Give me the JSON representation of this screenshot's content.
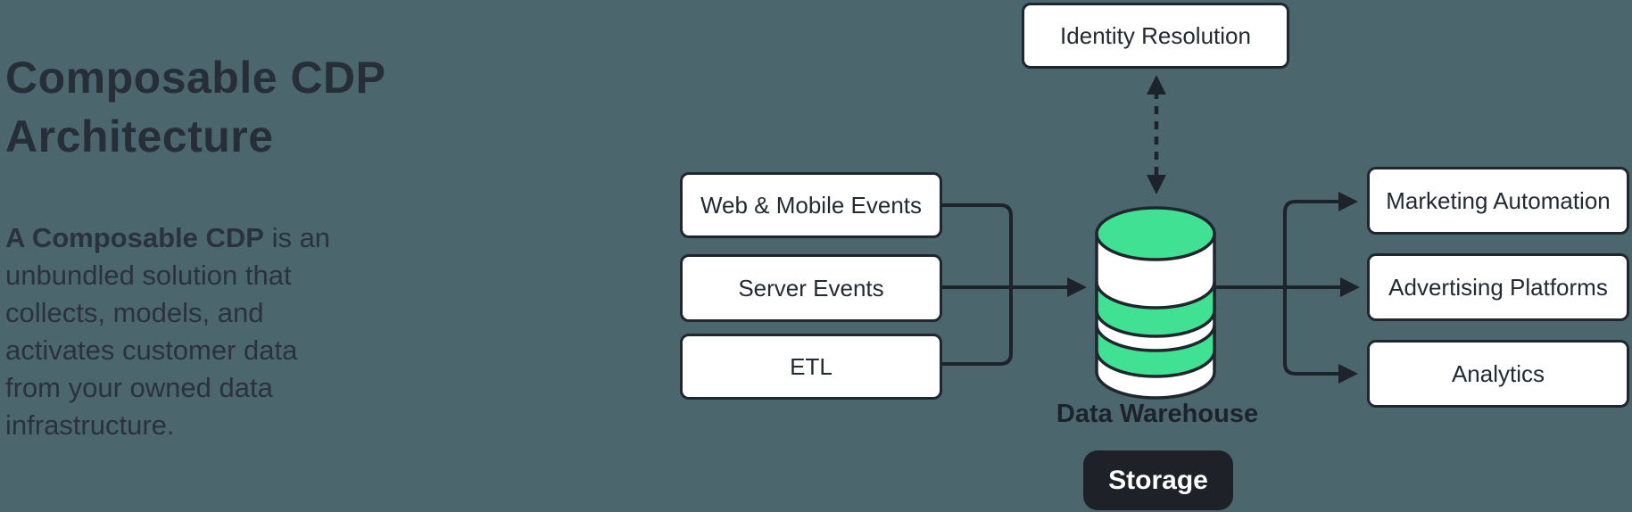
{
  "colors": {
    "background": "#4c666e",
    "green": "#41e193",
    "line": "#1c232b",
    "box_bg": "#ffffff",
    "box_border": "#20262e",
    "box_text": "#232a34",
    "badge_bg": "#1e2228",
    "badge_text": "#ffffff",
    "heading_text": "#262e38",
    "body_text": "#2a323d"
  },
  "heading": {
    "title": "Composable CDP\nArchitecture"
  },
  "description": {
    "bold": "A Composable CDP",
    "rest": " is an\nunbundled solution that\ncollects, models, and\nactivates customer data\nfrom your owned data\ninfrastructure."
  },
  "diagram": {
    "identity_box": "Identity Resolution",
    "source_boxes": [
      "Web & Mobile Events",
      "Server Events",
      "ETL"
    ],
    "warehouse_label": "Data Warehouse",
    "storage_badge": "Storage",
    "destination_boxes": [
      "Marketing Automation",
      "Advertising Platforms",
      "Analytics"
    ]
  }
}
